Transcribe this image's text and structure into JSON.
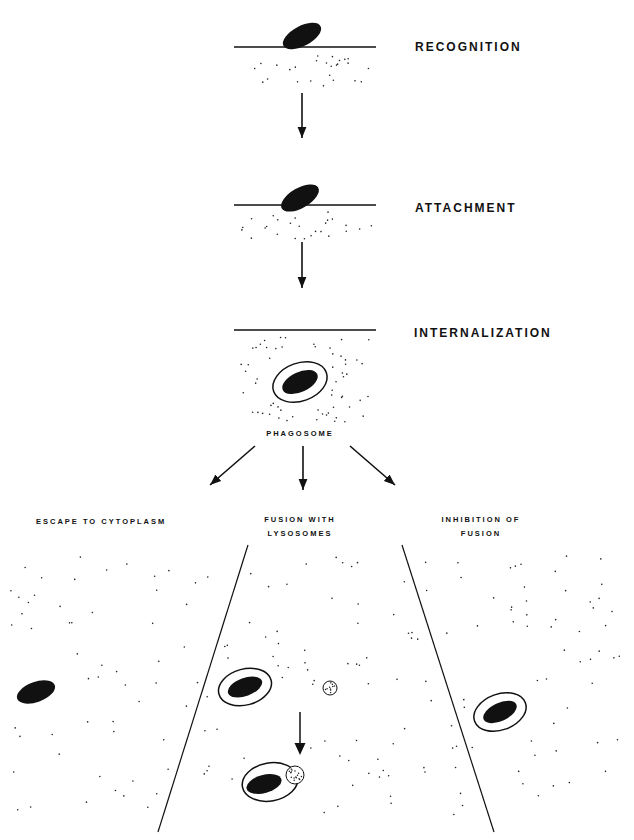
{
  "diagram": {
    "nodes": [
      {
        "text": [
          "RECOGNITION"
        ]
      },
      {
        "text": [
          "ATTACHMENT"
        ]
      },
      {
        "text": [
          "INTERNALIZATION",
          "PHAGOSOME"
        ]
      },
      {
        "text": [
          "ESCAPE TO CYTOPLASM"
        ]
      },
      {
        "text": [
          "FUSION WITH LYSOSOMES"
        ]
      },
      {
        "text": [
          "INHIBITION OF FUSION"
        ]
      }
    ],
    "edges": [
      {
        "from": 0,
        "to": 1,
        "arrow": "to"
      },
      {
        "from": 1,
        "to": 2,
        "arrow": "to"
      },
      {
        "from": 2,
        "to": 3,
        "arrow": "to"
      },
      {
        "from": 2,
        "to": 4,
        "arrow": "to"
      },
      {
        "from": 2,
        "to": 5,
        "arrow": "to"
      }
    ]
  }
}
